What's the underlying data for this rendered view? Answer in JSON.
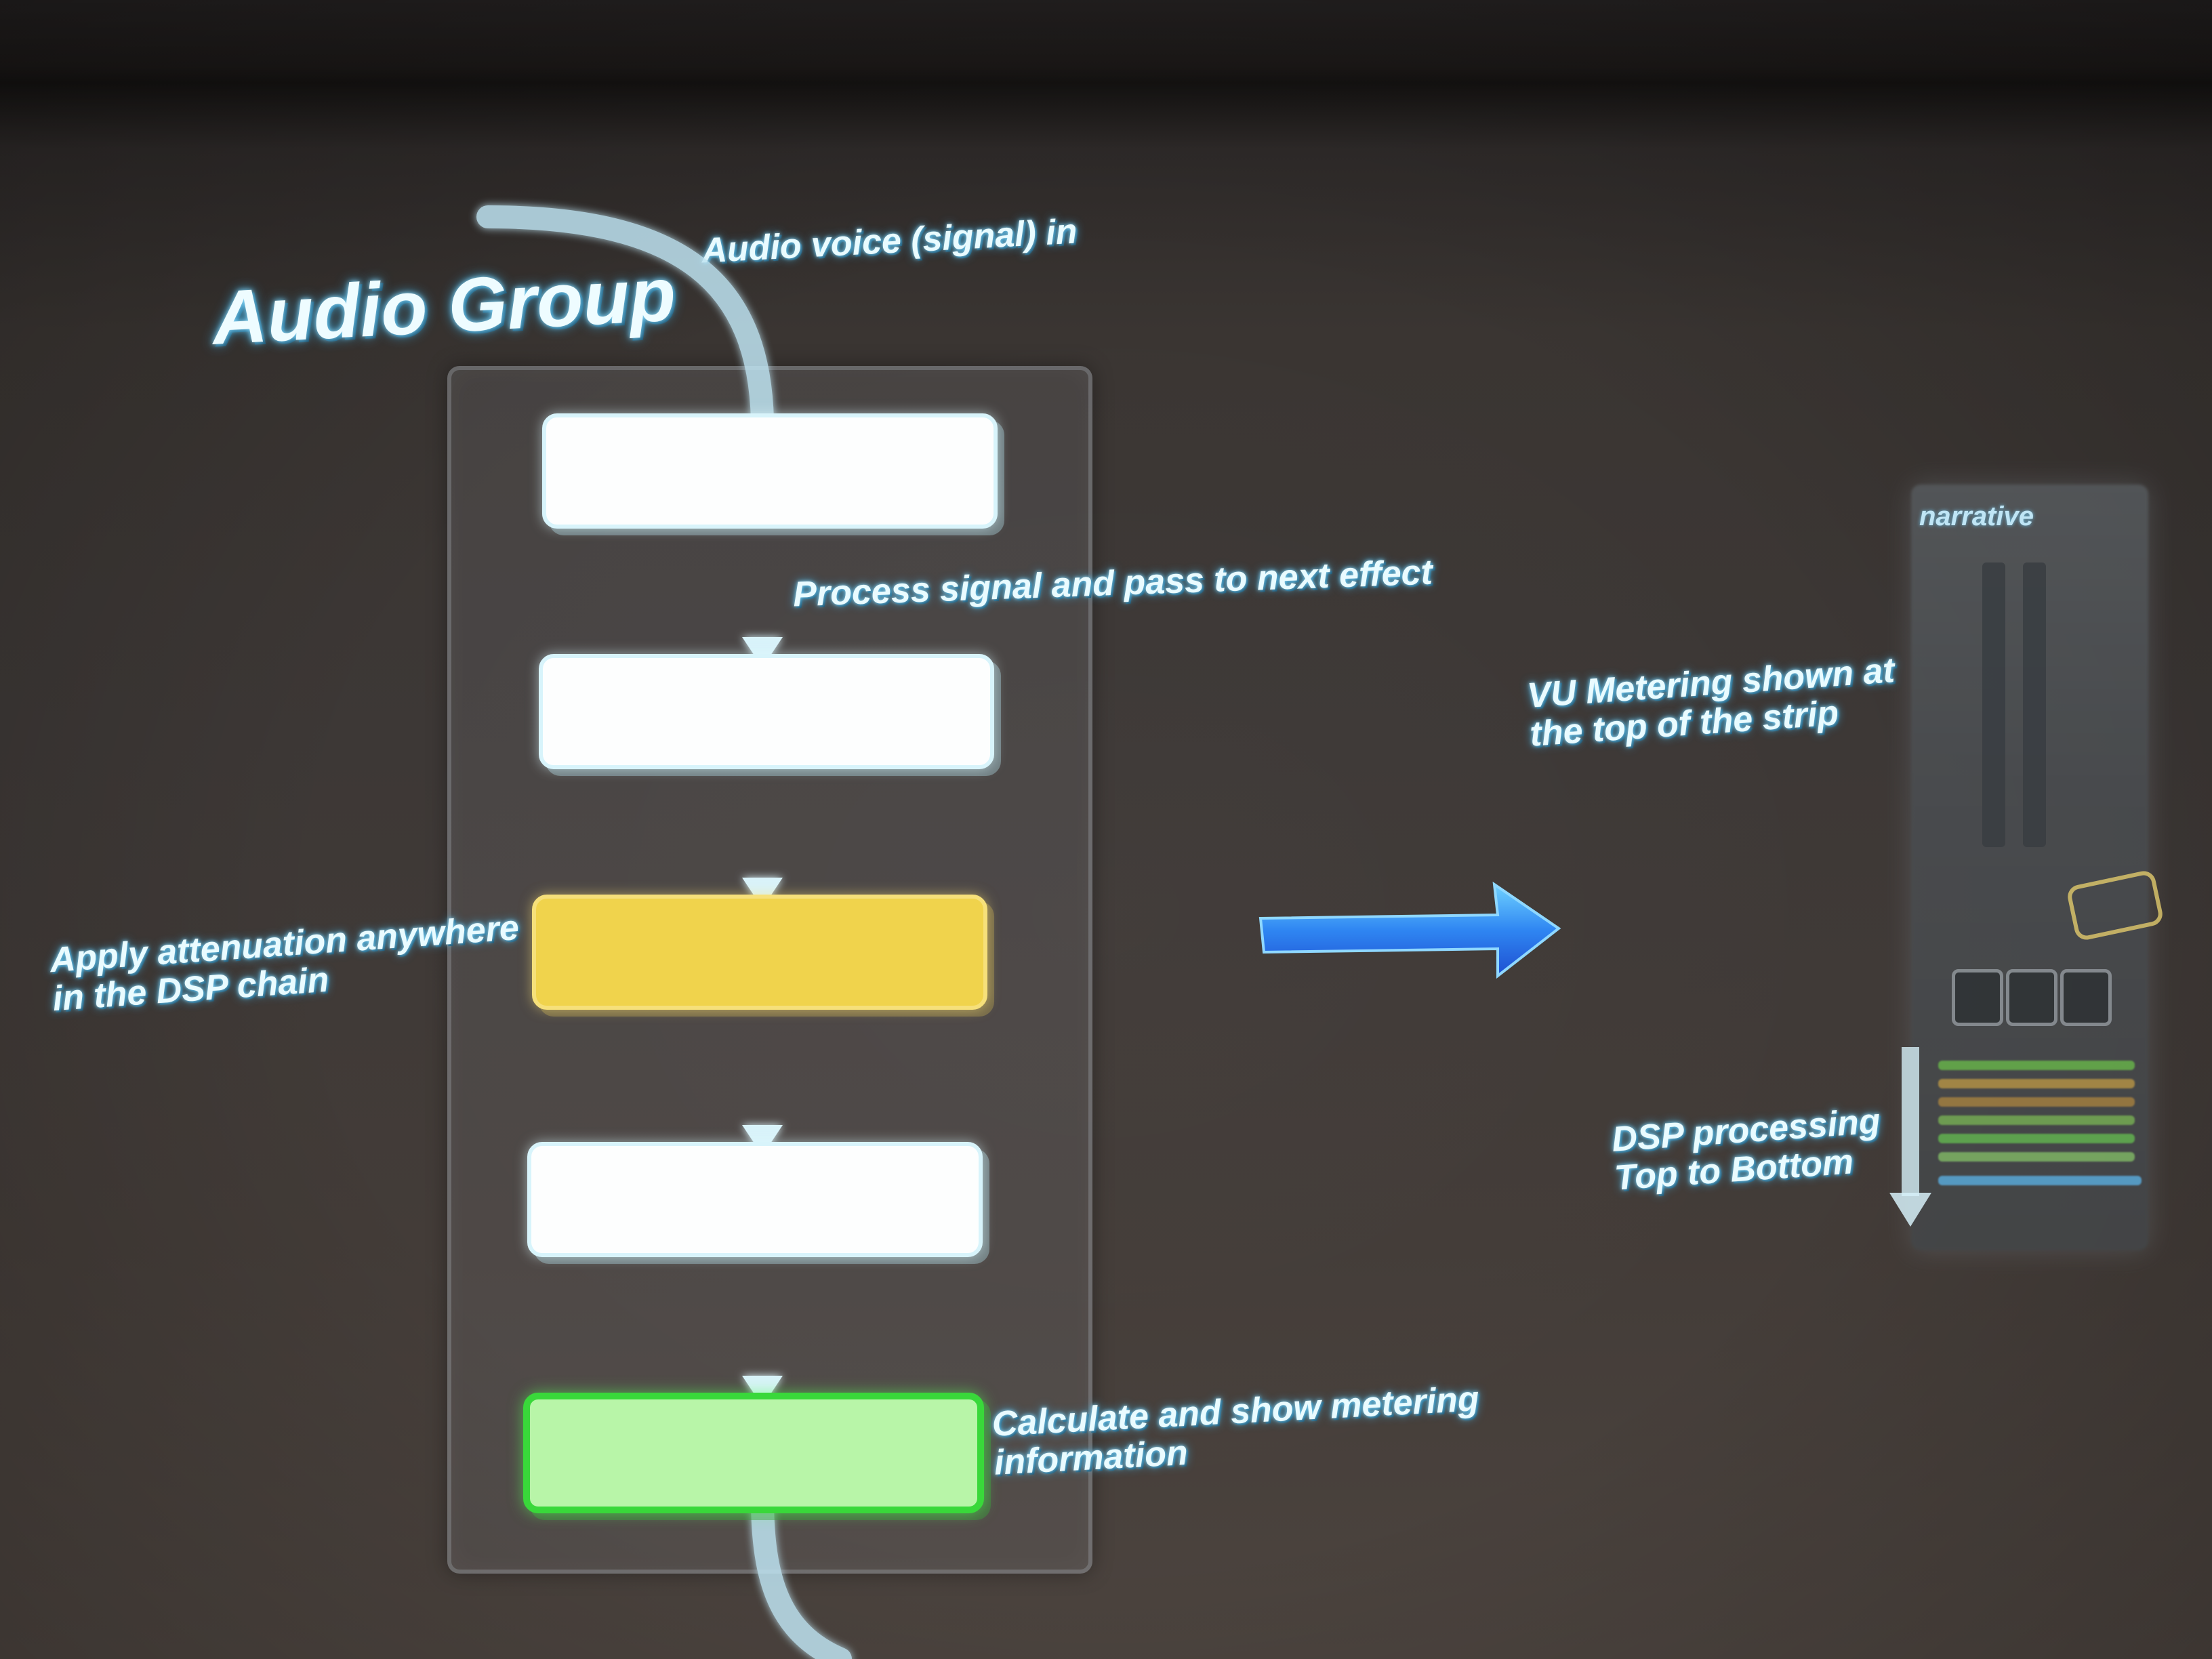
{
  "diagram": {
    "title": "Audio Group",
    "input_label": "Audio voice (signal) in",
    "annotations": {
      "process": "Process signal and pass to next effect",
      "attenuation": "Apply attenuation anywhere\nin the DSP chain",
      "metering": "Calculate and show metering\ninformation",
      "vu": "VU Metering shown at\nthe top of the strip",
      "dsp": "DSP processing\nTop to Bottom"
    },
    "strip": {
      "title": "narrative"
    },
    "colors": {
      "block_white": "#fdfefe",
      "block_attenuation": "#f0d34c",
      "block_metering": "#b8f5a8",
      "block_metering_border": "#39d83a",
      "connector": "#cfeef8",
      "arrow": "#3a8ef0",
      "label_glow": "#3fa9d9"
    }
  }
}
